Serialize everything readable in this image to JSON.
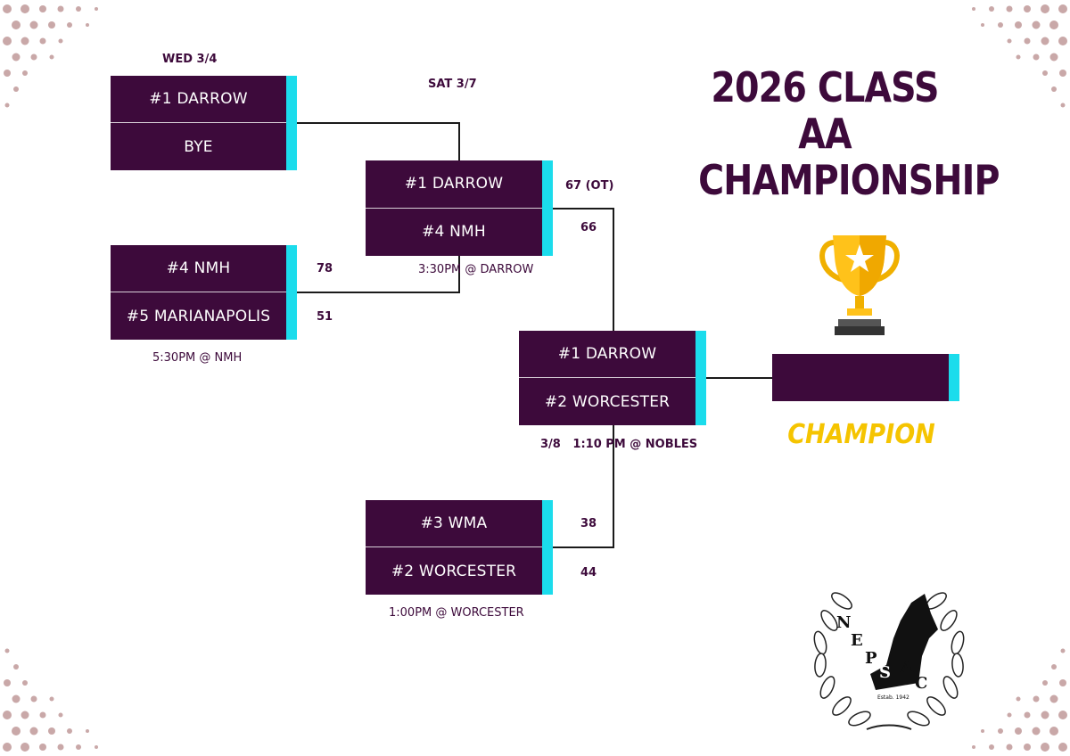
{
  "title": {
    "line1": "2026 CLASS AA",
    "line2": "CHAMPIONSHIP"
  },
  "round_dates": {
    "r1": "WED 3/4",
    "r2": "SAT 3/7"
  },
  "quarterfinal_1": {
    "team1": "#1 DARROW",
    "team2": "BYE"
  },
  "quarterfinal_2": {
    "team1": "#4 NMH",
    "team2": "#5 MARIANAPOLIS",
    "score1": "78",
    "score2": "51",
    "info": "5:30PM @ NMH"
  },
  "semifinal_1": {
    "team1": "#1 DARROW",
    "team2": "#4 NMH",
    "score1": "67 (OT)",
    "score2": "66",
    "info": "3:30PM @ DARROW"
  },
  "semifinal_2": {
    "team1": "#3 WMA",
    "team2": "#2 WORCESTER",
    "score1": "38",
    "score2": "44",
    "info": "1:00PM @ WORCESTER"
  },
  "final": {
    "team1": "#1 DARROW",
    "team2": "#2 WORCESTER",
    "info": "3/8   1:10 PM @ NOBLES"
  },
  "champion": {
    "label": "CHAMPION",
    "team": ""
  },
  "logo": {
    "text": "NEPSAC",
    "established": "Estab. 1942"
  },
  "colors": {
    "primary": "#3d0a3b",
    "accent": "#1bdcec",
    "gold": "#f5c400",
    "dots": "#c9a8a8"
  },
  "icons": [
    "trophy-icon",
    "nepsac-logo"
  ]
}
